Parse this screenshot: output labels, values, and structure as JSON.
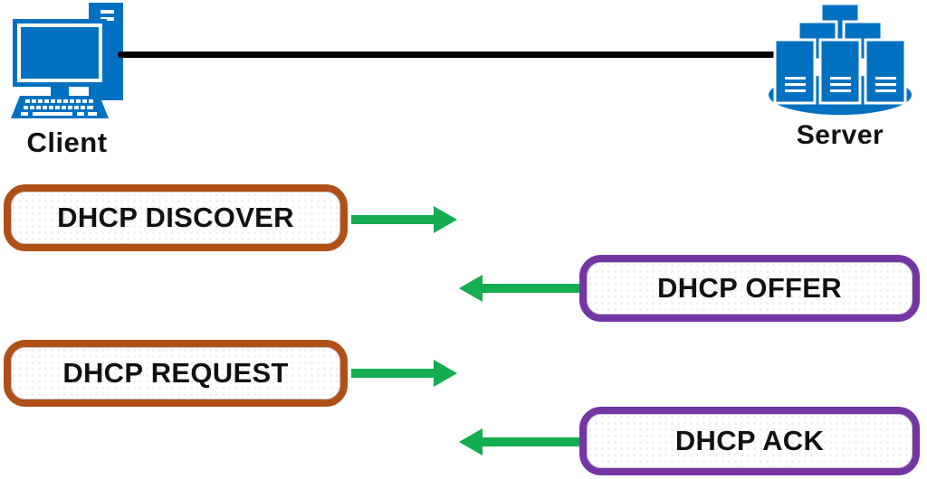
{
  "nodes": {
    "client": {
      "label": "Client",
      "icon": "client-computer-icon"
    },
    "server": {
      "label": "Server",
      "icon": "server-stack-icon"
    }
  },
  "messages": [
    {
      "label": "DHCP DISCOVER",
      "direction": "client-to-server",
      "border_color": "#B04F16",
      "arrow_color": "#15AD51"
    },
    {
      "label": "DHCP OFFER",
      "direction": "server-to-client",
      "border_color": "#7536A5",
      "arrow_color": "#15AD51"
    },
    {
      "label": "DHCP REQUEST",
      "direction": "client-to-server",
      "border_color": "#B04F16",
      "arrow_color": "#15AD51"
    },
    {
      "label": "DHCP ACK",
      "direction": "server-to-client",
      "border_color": "#7536A5",
      "arrow_color": "#15AD51"
    }
  ],
  "colors": {
    "icon_blue": "#0071C1",
    "arrow_green": "#15AD51",
    "client_msg_border": "#B04F16",
    "server_msg_border": "#7536A5",
    "link_line": "#000000",
    "text": "#111111"
  }
}
